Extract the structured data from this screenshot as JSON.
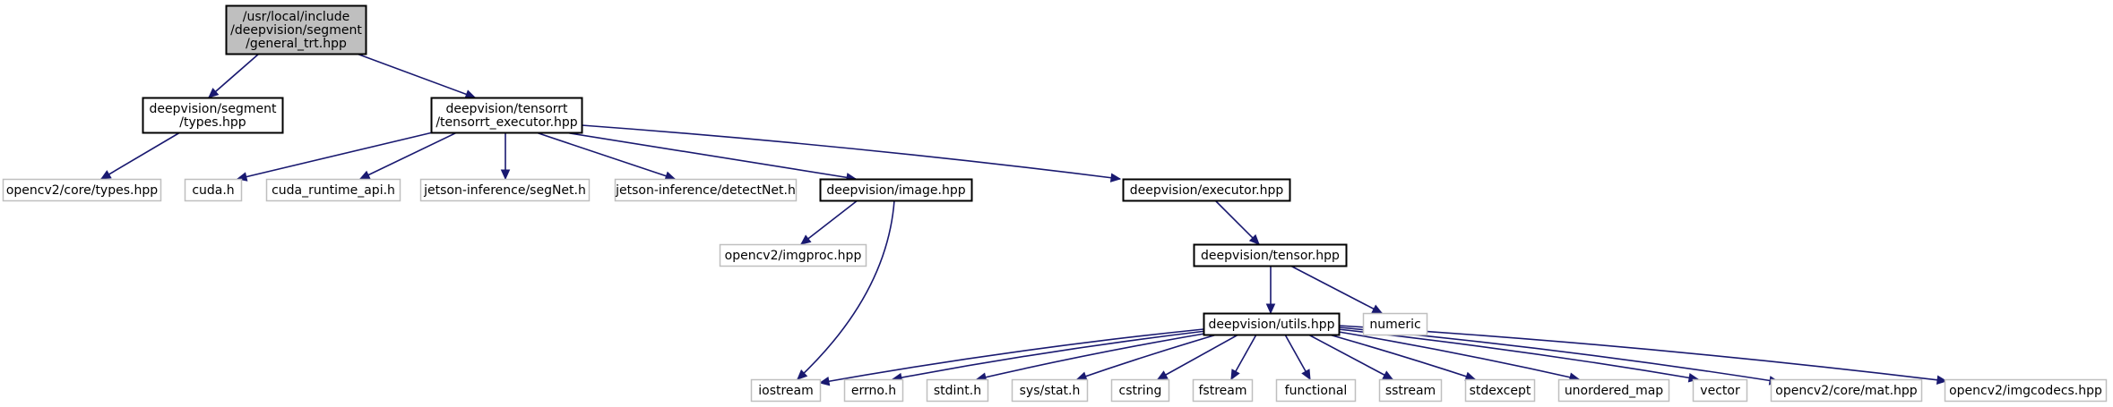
{
  "nodes": {
    "general_trt": [
      "/usr/local/include",
      "/deepvision/segment",
      "/general_trt.hpp"
    ],
    "segment_types": [
      "deepvision/segment",
      "/types.hpp"
    ],
    "tensorrt_executor": [
      "deepvision/tensorrt",
      "/tensorrt_executor.hpp"
    ],
    "opencv_core_types": [
      "opencv2/core/types.hpp"
    ],
    "cuda_h": [
      "cuda.h"
    ],
    "cuda_runtime_api": [
      "cuda_runtime_api.h"
    ],
    "segnet": [
      "jetson-inference/segNet.h"
    ],
    "detectnet": [
      "jetson-inference/detectNet.h"
    ],
    "image_hpp": [
      "deepvision/image.hpp"
    ],
    "executor_hpp": [
      "deepvision/executor.hpp"
    ],
    "imgproc": [
      "opencv2/imgproc.hpp"
    ],
    "tensor_hpp": [
      "deepvision/tensor.hpp"
    ],
    "utils_hpp": [
      "deepvision/utils.hpp"
    ],
    "numeric": [
      "numeric"
    ],
    "iostream": [
      "iostream"
    ],
    "errno_h": [
      "errno.h"
    ],
    "stdint_h": [
      "stdint.h"
    ],
    "sys_stat_h": [
      "sys/stat.h"
    ],
    "cstring": [
      "cstring"
    ],
    "fstream": [
      "fstream"
    ],
    "functional": [
      "functional"
    ],
    "sstream": [
      "sstream"
    ],
    "stdexcept": [
      "stdexcept"
    ],
    "unordered_map": [
      "unordered_map"
    ],
    "vector": [
      "vector"
    ],
    "mat_hpp": [
      "opencv2/core/mat.hpp"
    ],
    "imgcodecs": [
      "opencv2/imgcodecs.hpp"
    ]
  },
  "colors": {
    "edge": "#191970",
    "root_fill": "#bfbfbf",
    "external_border": "#bfbfbf",
    "node_border": "#000000"
  }
}
